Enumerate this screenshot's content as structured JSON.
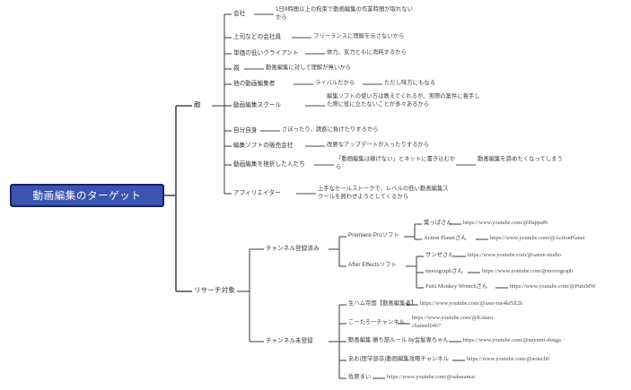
{
  "root": {
    "label": "動画編集のターゲット"
  },
  "branches": {
    "enemy": {
      "label": "敵"
    },
    "research": {
      "label": "リサーチ対象"
    }
  },
  "enemy_items": [
    {
      "name": "会社",
      "reason": "1日9時間以上の拘束で動画編集の作業時間が取れないから"
    },
    {
      "name": "上司などの会社員",
      "reason": "フリーランスに理解を示さないから"
    },
    {
      "name": "単価の低いクライアント",
      "reason": "体力、気力ともに消耗するから"
    },
    {
      "name": "親",
      "reason": "動画編集に対して理解が無いから"
    },
    {
      "name": "他の動画編集者",
      "reason": "ライバルだから",
      "extra": "ただし味方にもなる"
    },
    {
      "name": "動画編集スクール",
      "reason": "編集ソフトの使い方は教えてくれるが、実際の案件に着手した際に役に立たないことが多々あるから"
    },
    {
      "name": "自分自身",
      "reason": "さぼったり、誘惑に負けたりするから"
    },
    {
      "name": "編集ソフトの販売会社",
      "reason": "改悪なアップデートが入ったりするから"
    },
    {
      "name": "動画編集を挫折した人たち",
      "reason": "「動画編集は稼げない」とネットに書き込むから",
      "extra": "動画編集を諦めたくなってしまう"
    },
    {
      "name": "アフィリエイター",
      "reason": "上手なセールストークで、レベルの低い動画編集スクールを買わせようとしてくるから"
    }
  ],
  "research": {
    "subscribed": {
      "label": "チャンネル登録済み",
      "groups": [
        {
          "label": "Premiere Proソフト",
          "channels": [
            {
              "name": "葉っぱさん",
              "url": "https://www.youtube.com/@HappaPr"
            },
            {
              "name": "Action Planetさん",
              "url": "https://www.youtube.com/@ActionPlanet"
            }
          ]
        },
        {
          "label": "After Effectsソフト",
          "channels": [
            {
              "name": "サンゼさん",
              "url": "https://www.youtube.com/@sanze-studio"
            },
            {
              "name": "mooographさん",
              "url": "https://www.youtube.com/@mooograph"
            },
            {
              "name": "Putti Monkey Wrenchさん",
              "url": "https://www.youtube.com/@PuttiMW"
            }
          ]
        }
      ]
    },
    "unsubscribed": {
      "label": "チャンネル未登録",
      "channels": [
        {
          "name": "生ハム帝国【動画編集者】",
          "url": "https://www.youtube.com/@user-me4kf5ll2h"
        },
        {
          "name": "こーたろーチャンネル",
          "url": "https://www.youtube.com/@Kotaro-channel0467"
        },
        {
          "name": "動画編集 勝ち筋ルール by金髪専ちゃん",
          "url": "https://www.youtube.com/@nayumi-douga"
        },
        {
          "name": "あお(医学部卒)動画編集攻略チャンネル",
          "url": "https://www.youtube.com/@aotech6"
        },
        {
          "name": "佐原まい",
          "url": "https://www.youtube.com/@saharamai"
        }
      ]
    }
  }
}
